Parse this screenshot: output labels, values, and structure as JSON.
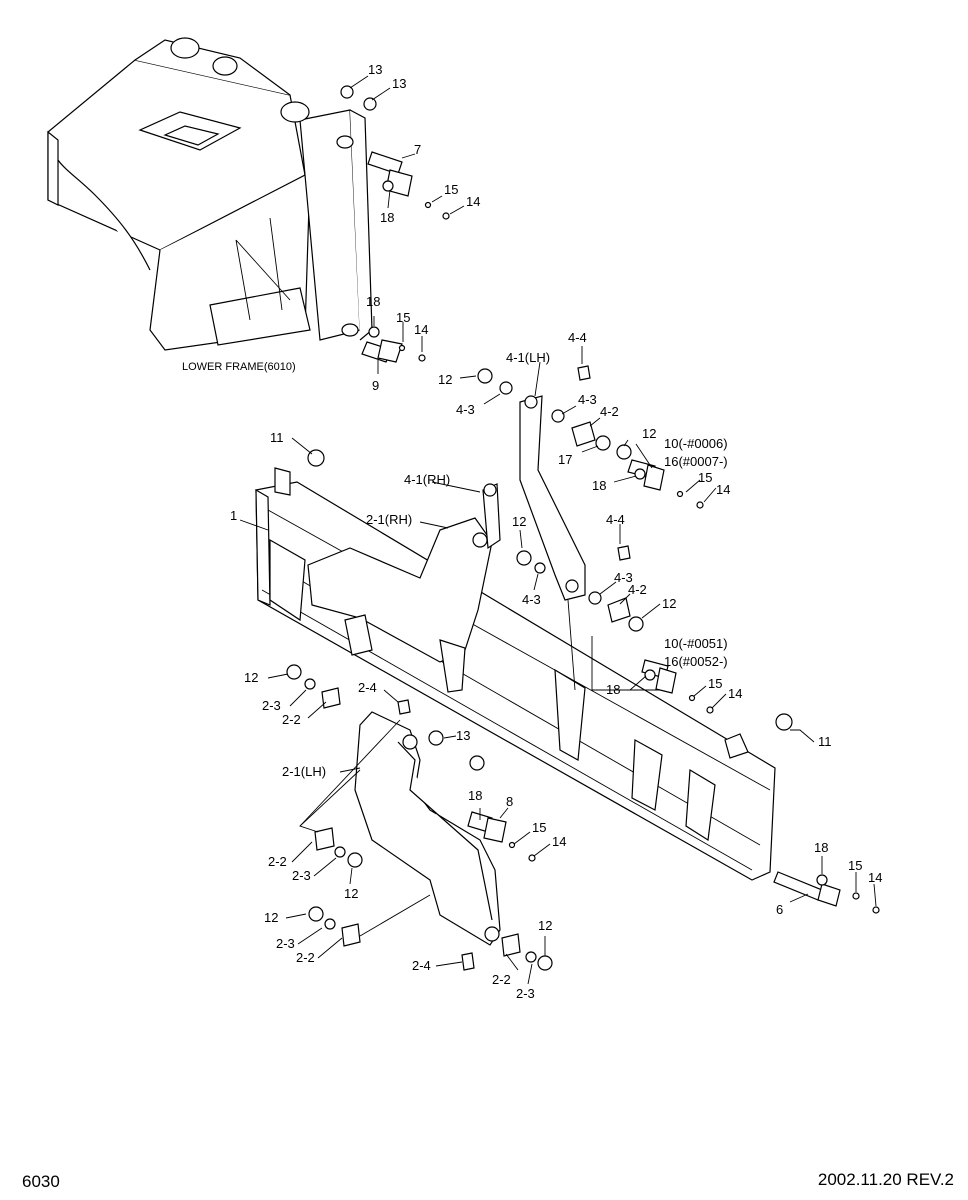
{
  "page_number": "6030",
  "revision": "2002.11.20 REV.2",
  "frame_label": "LOWER FRAME(6010)",
  "part_labels": [
    {
      "id": "13a",
      "text": "13"
    },
    {
      "id": "13b",
      "text": "13"
    },
    {
      "id": "7",
      "text": "7"
    },
    {
      "id": "15a",
      "text": "15"
    },
    {
      "id": "14a",
      "text": "14"
    },
    {
      "id": "18a",
      "text": "18"
    },
    {
      "id": "18b",
      "text": "18"
    },
    {
      "id": "15b",
      "text": "15"
    },
    {
      "id": "14b",
      "text": "14"
    },
    {
      "id": "9",
      "text": "9"
    },
    {
      "id": "4-4a",
      "text": "4-4"
    },
    {
      "id": "4-1lh",
      "text": "4-1(LH)"
    },
    {
      "id": "12a",
      "text": "12"
    },
    {
      "id": "4-3a",
      "text": "4-3"
    },
    {
      "id": "4-3b",
      "text": "4-3"
    },
    {
      "id": "4-2a",
      "text": "4-2"
    },
    {
      "id": "12b",
      "text": "12"
    },
    {
      "id": "17",
      "text": "17"
    },
    {
      "id": "10a",
      "text": "10(-#0006)"
    },
    {
      "id": "16a",
      "text": "16(#0007-)"
    },
    {
      "id": "18c",
      "text": "18"
    },
    {
      "id": "15c",
      "text": "15"
    },
    {
      "id": "14c",
      "text": "14"
    },
    {
      "id": "11a",
      "text": "11"
    },
    {
      "id": "4-1rh",
      "text": "4-1(RH)"
    },
    {
      "id": "1",
      "text": "1"
    },
    {
      "id": "2-1rh",
      "text": "2-1(RH)"
    },
    {
      "id": "12c",
      "text": "12"
    },
    {
      "id": "4-4b",
      "text": "4-4"
    },
    {
      "id": "4-3c",
      "text": "4-3"
    },
    {
      "id": "4-3d",
      "text": "4-3"
    },
    {
      "id": "4-2b",
      "text": "4-2"
    },
    {
      "id": "12d",
      "text": "12"
    },
    {
      "id": "10b",
      "text": "10(-#0051)"
    },
    {
      "id": "16b",
      "text": "16(#0052-)"
    },
    {
      "id": "18d",
      "text": "18"
    },
    {
      "id": "15d",
      "text": "15"
    },
    {
      "id": "14d",
      "text": "14"
    },
    {
      "id": "12e",
      "text": "12"
    },
    {
      "id": "2-3a",
      "text": "2-3"
    },
    {
      "id": "2-2a",
      "text": "2-2"
    },
    {
      "id": "2-4a",
      "text": "2-4"
    },
    {
      "id": "13c",
      "text": "13"
    },
    {
      "id": "2-1lh",
      "text": "2-1(LH)"
    },
    {
      "id": "11b",
      "text": "11"
    },
    {
      "id": "18e",
      "text": "18"
    },
    {
      "id": "8",
      "text": "8"
    },
    {
      "id": "15e",
      "text": "15"
    },
    {
      "id": "14e",
      "text": "14"
    },
    {
      "id": "18f",
      "text": "18"
    },
    {
      "id": "15f",
      "text": "15"
    },
    {
      "id": "14f",
      "text": "14"
    },
    {
      "id": "6",
      "text": "6"
    },
    {
      "id": "2-2b",
      "text": "2-2"
    },
    {
      "id": "2-3b",
      "text": "2-3"
    },
    {
      "id": "12f",
      "text": "12"
    },
    {
      "id": "12g",
      "text": "12"
    },
    {
      "id": "2-3c",
      "text": "2-3"
    },
    {
      "id": "2-2c",
      "text": "2-2"
    },
    {
      "id": "12h",
      "text": "12"
    },
    {
      "id": "2-4b",
      "text": "2-4"
    },
    {
      "id": "2-2d",
      "text": "2-2"
    },
    {
      "id": "2-3d",
      "text": "2-3"
    }
  ]
}
